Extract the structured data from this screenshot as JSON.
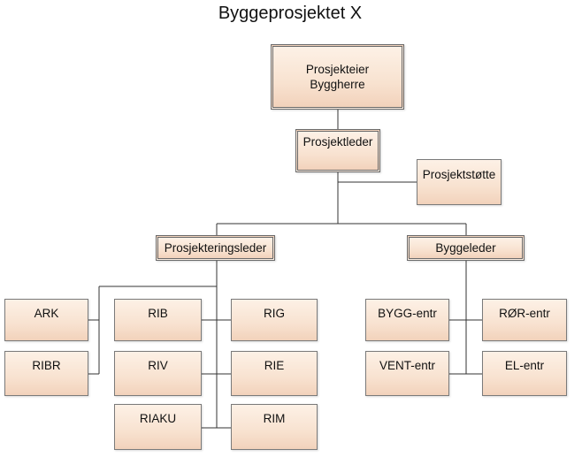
{
  "title": "Byggeprosjektet X",
  "nodes": {
    "owner": "Prosjekteier\nByggherre",
    "project_manager": "Prosjektleder",
    "project_support": "Prosjektstøtte",
    "design_manager": "Prosjekteringsleder",
    "construction_manager": "Byggeleder",
    "ark": "ARK",
    "ribr": "RIBR",
    "rib": "RIB",
    "riv": "RIV",
    "riaku": "RIAKU",
    "rig": "RIG",
    "rie": "RIE",
    "rim": "RIM",
    "bygg_entr": "BYGG-entr",
    "vent_entr": "VENT-entr",
    "ror_entr": "RØR-entr",
    "el_entr": "EL-entr"
  },
  "colors": {
    "box_fill_top": "#fdf1e6",
    "box_fill_bottom": "#f2d2bb",
    "box_border": "#7a7a7a",
    "connector": "#333333"
  }
}
